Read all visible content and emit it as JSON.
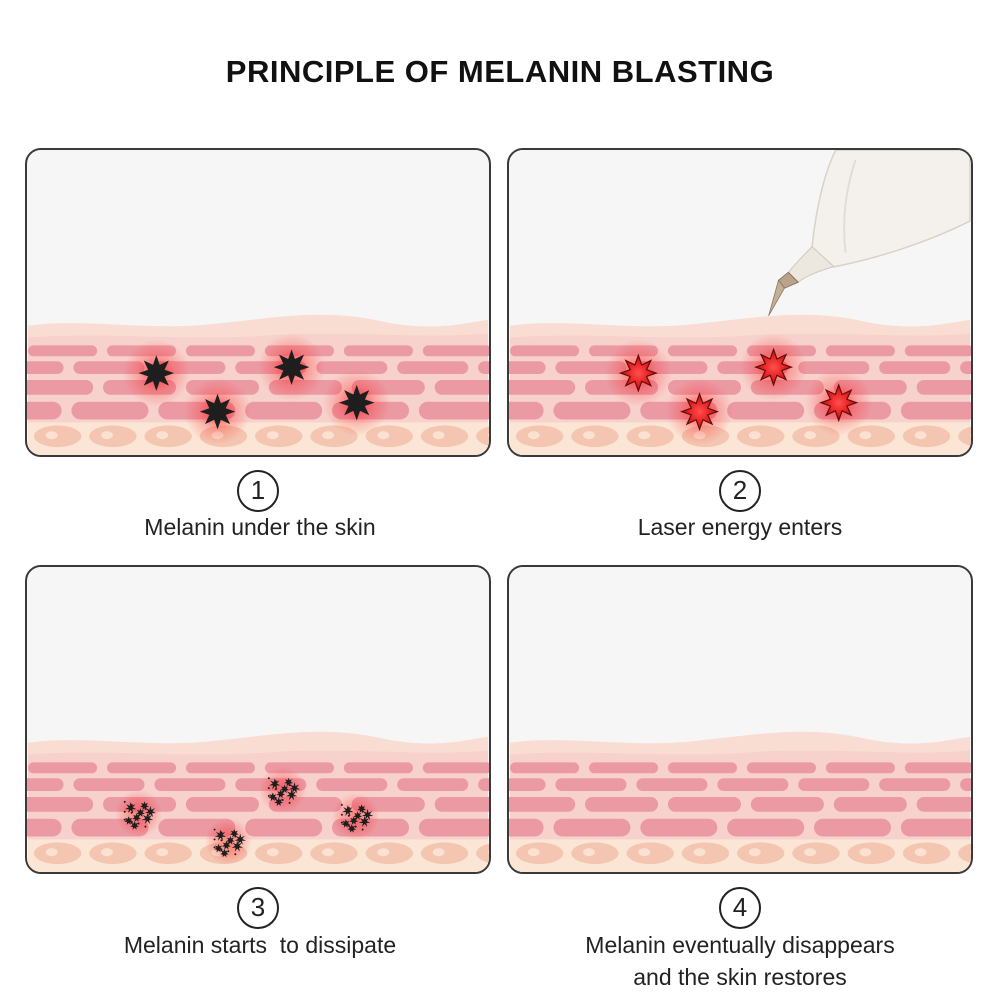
{
  "title": "PRINCIPLE OF MELANIN BLASTING",
  "steps": [
    {
      "number": "1",
      "caption_lines": [
        "Melanin under the skin"
      ],
      "melanin_state": "dark spots"
    },
    {
      "number": "2",
      "caption_lines": [
        "Laser energy enters"
      ],
      "melanin_state": "heated red spots",
      "device": "laser-pen"
    },
    {
      "number": "3",
      "caption_lines": [
        "Melanin starts  to dissipate"
      ],
      "melanin_state": "fragmented clusters"
    },
    {
      "number": "4",
      "caption_lines": [
        "Melanin eventually disappears",
        "and the skin restores"
      ],
      "melanin_state": "none"
    }
  ],
  "colors": {
    "skin_surface": "#f9dcd2",
    "cell_pink": "#e9949f",
    "cell_peach": "#f4c6b1",
    "melanin": "#1e1e1e",
    "glow": "#ff1e1e"
  }
}
